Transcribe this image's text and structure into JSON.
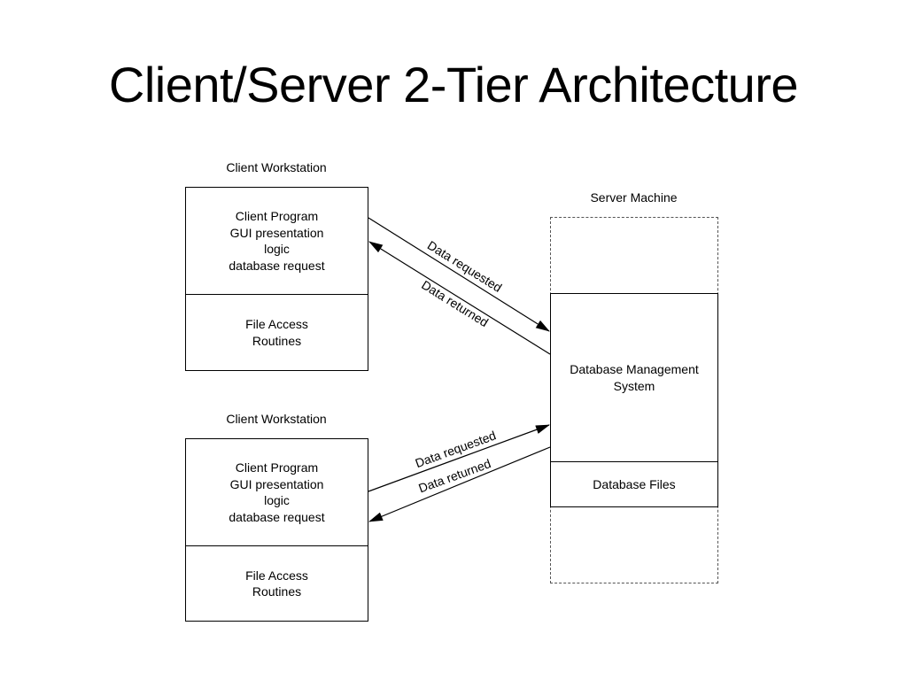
{
  "title": "Client/Server 2-Tier Architecture",
  "workstations": [
    {
      "heading": "Client Workstation",
      "program_lines": [
        "Client Program",
        "GUI presentation",
        "logic",
        "database request"
      ],
      "file_access_lines": [
        "File Access",
        "Routines"
      ]
    },
    {
      "heading": "Client Workstation",
      "program_lines": [
        "Client Program",
        "GUI presentation",
        "logic",
        "database request"
      ],
      "file_access_lines": [
        "File Access",
        "Routines"
      ]
    }
  ],
  "server": {
    "heading": "Server Machine",
    "dbms_lines": [
      "Database Management",
      "System"
    ],
    "files_label": "Database Files"
  },
  "arrows": {
    "requested": "Data requested",
    "returned": "Data returned"
  }
}
